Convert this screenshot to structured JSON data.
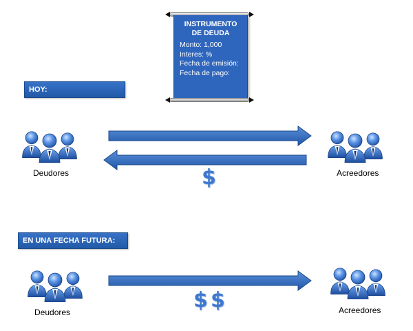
{
  "instrument": {
    "title": "INSTRUMENTO\nDE DEUDA",
    "monto": "Monto:  1,000",
    "interes": "Interes:   %",
    "fecha_emision": "Fecha de emisión:",
    "fecha_pago": "Fecha de pago:"
  },
  "today": {
    "bar_label": "HOY:",
    "debtors_label": "Deudores",
    "creditors_label": "Acreedores",
    "money_symbol": "$"
  },
  "future": {
    "bar_label": "EN UNA FECHA FUTURA:",
    "debtors_label": "Deudores",
    "creditors_label": "Acreedores",
    "money_symbol_1": "$",
    "money_symbol_2": "$"
  },
  "colors": {
    "primary_blue": "#2f66bd",
    "arrow_blue": "#2b63b8",
    "dollar_blue": "#3f78cf"
  },
  "icons": {
    "people_group": "people-group-icon",
    "arrow_right": "arrow-right-icon",
    "arrow_left": "arrow-left-icon",
    "scroll": "scroll-icon"
  }
}
